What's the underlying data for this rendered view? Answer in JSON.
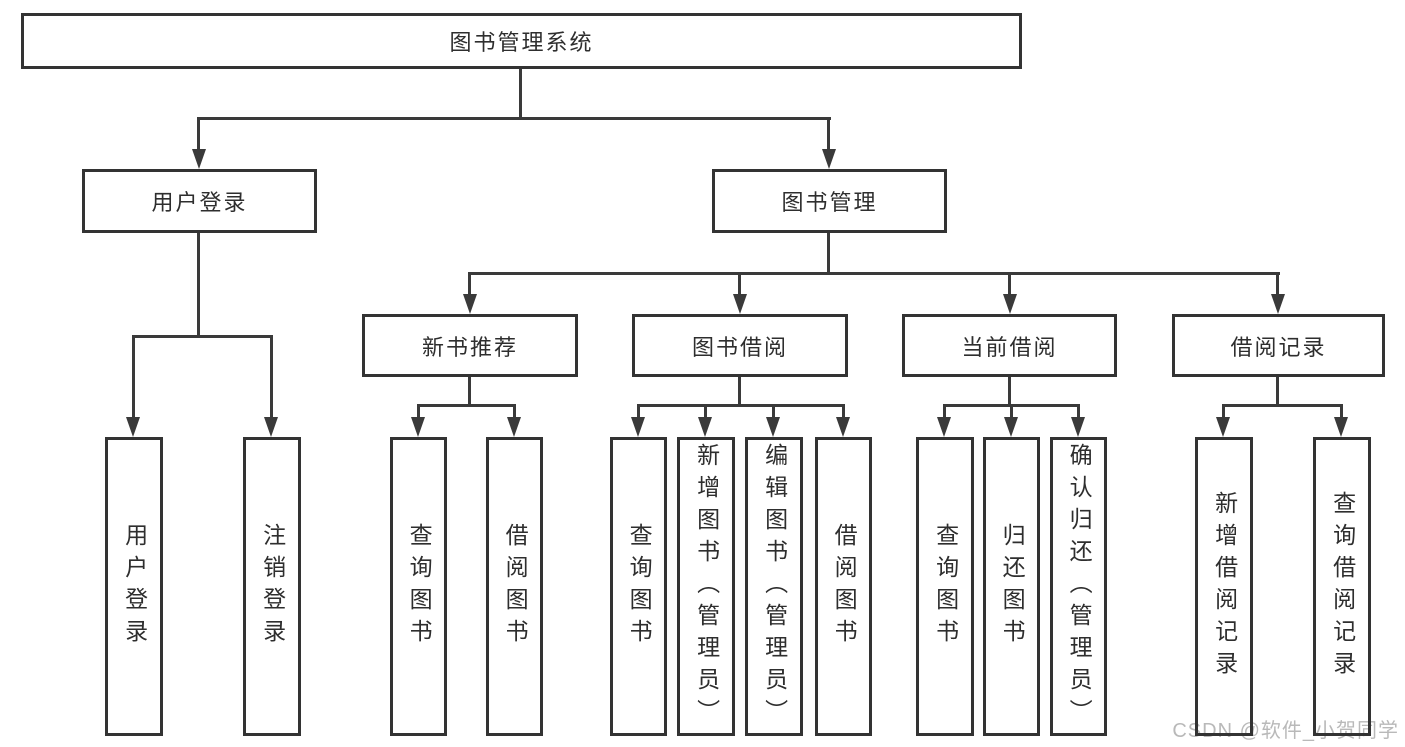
{
  "tree": {
    "label": "图书管理系统",
    "children": [
      {
        "label": "用户登录",
        "children": [
          {
            "label": "用户登录"
          },
          {
            "label": "注销登录"
          }
        ]
      },
      {
        "label": "图书管理",
        "children": [
          {
            "label": "新书推荐",
            "children": [
              {
                "label": "查询图书"
              },
              {
                "label": "借阅图书"
              }
            ]
          },
          {
            "label": "图书借阅",
            "children": [
              {
                "label": "查询图书"
              },
              {
                "label": "新增图书（管理员）"
              },
              {
                "label": "编辑图书（管理员）"
              },
              {
                "label": "借阅图书"
              }
            ]
          },
          {
            "label": "当前借阅",
            "children": [
              {
                "label": "查询图书"
              },
              {
                "label": "归还图书"
              },
              {
                "label": "确认归还（管理员）"
              }
            ]
          },
          {
            "label": "借阅记录",
            "children": [
              {
                "label": "新增借阅记录"
              },
              {
                "label": "查询借阅记录"
              }
            ]
          }
        ]
      }
    ]
  },
  "watermark": {
    "text": "CSDN @软件_小贺同学"
  },
  "colors": {
    "line": "#3a3a3a",
    "box_border": "#333333",
    "text": "#2e2e2e",
    "watermark": "#b9b9b9",
    "background": "#ffffff"
  }
}
